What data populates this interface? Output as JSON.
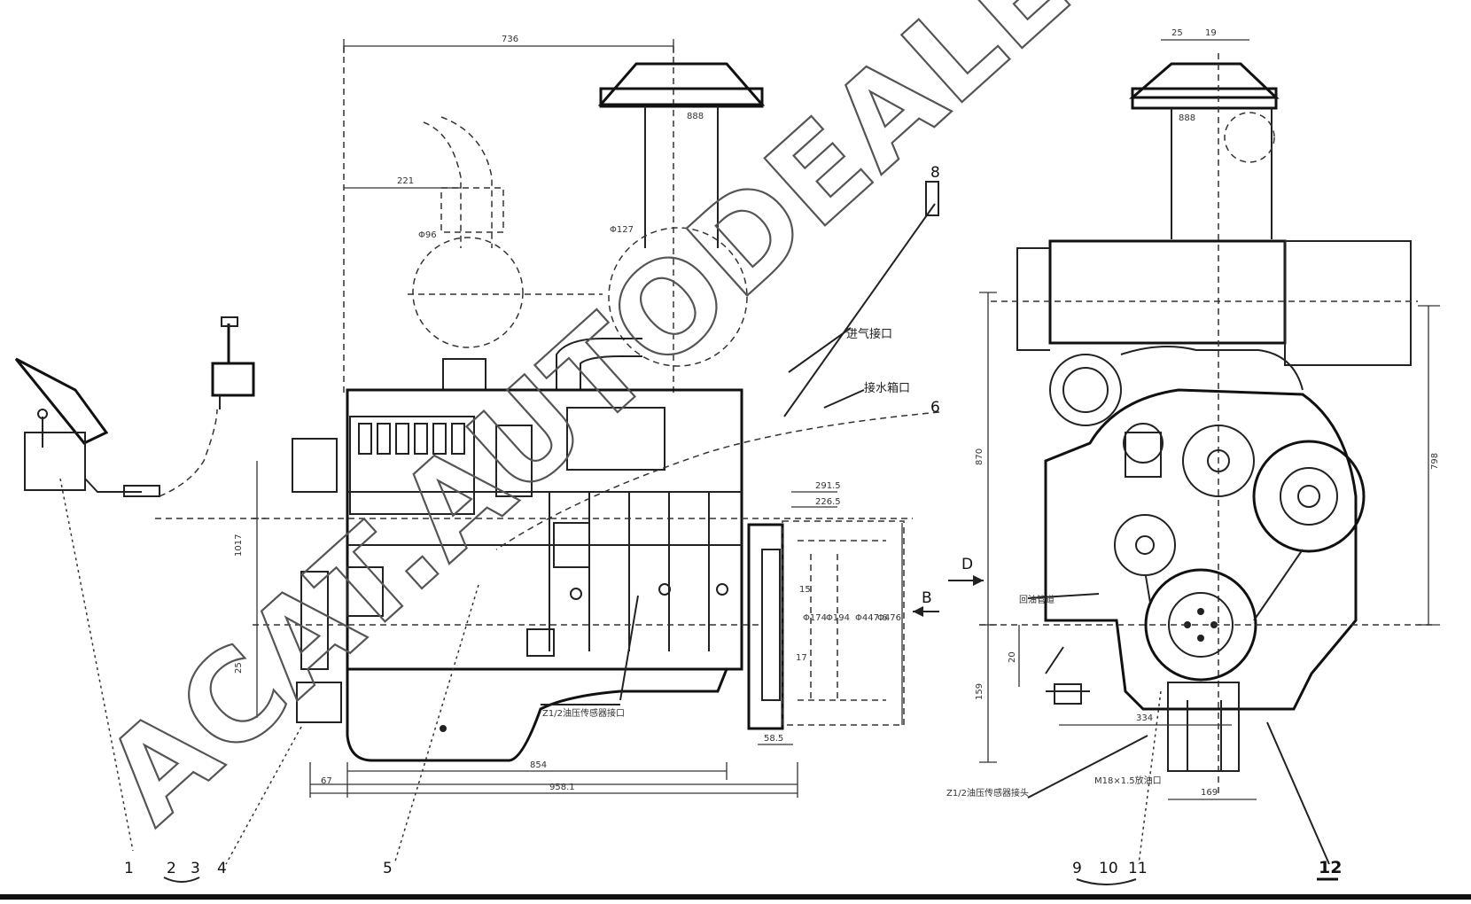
{
  "watermark": "ACAT.AUTODEALER.RU",
  "dimensions": {
    "top_width": "736",
    "top_left": "221",
    "pipe_left": "Φ96",
    "pipe_right": "Φ127",
    "height_left": "1017",
    "offset_small": "25",
    "bottom_67": "67",
    "bottom_854": "854",
    "bottom_9581": "958.1",
    "right_2915": "291.5",
    "right_2265": "226.5",
    "flange_15": "15",
    "flange_d1": "Φ174",
    "flange_d2": "Φ194",
    "flange_d3": "Φ447.6",
    "flange_d4": "Φ476",
    "flange_17": "17",
    "flange_585": "58.5",
    "front_top_a": "25",
    "front_top_b": "19",
    "front_height": "870",
    "front_right": "798",
    "front_20": "20",
    "front_159": "159",
    "front_334": "334",
    "front_169": "169"
  },
  "view_labels": {
    "view_d": "D",
    "view_b": "B"
  },
  "callouts": {
    "n1": "1",
    "n2": "2",
    "n3": "3",
    "n4": "4",
    "n5": "5",
    "n6": "6",
    "n8": "8",
    "n9": "9",
    "n10": "10",
    "n11": "11",
    "n12": "12"
  },
  "notes": {
    "side_note_1": "进气接口",
    "side_note_2": "接水箱口",
    "side_note_3": "Z1/2油压传感器接口",
    "front_note_1": "回油管道",
    "front_note_2": "Z1/2油压传感器接头",
    "front_note_3": "M18×1.5放油口"
  }
}
